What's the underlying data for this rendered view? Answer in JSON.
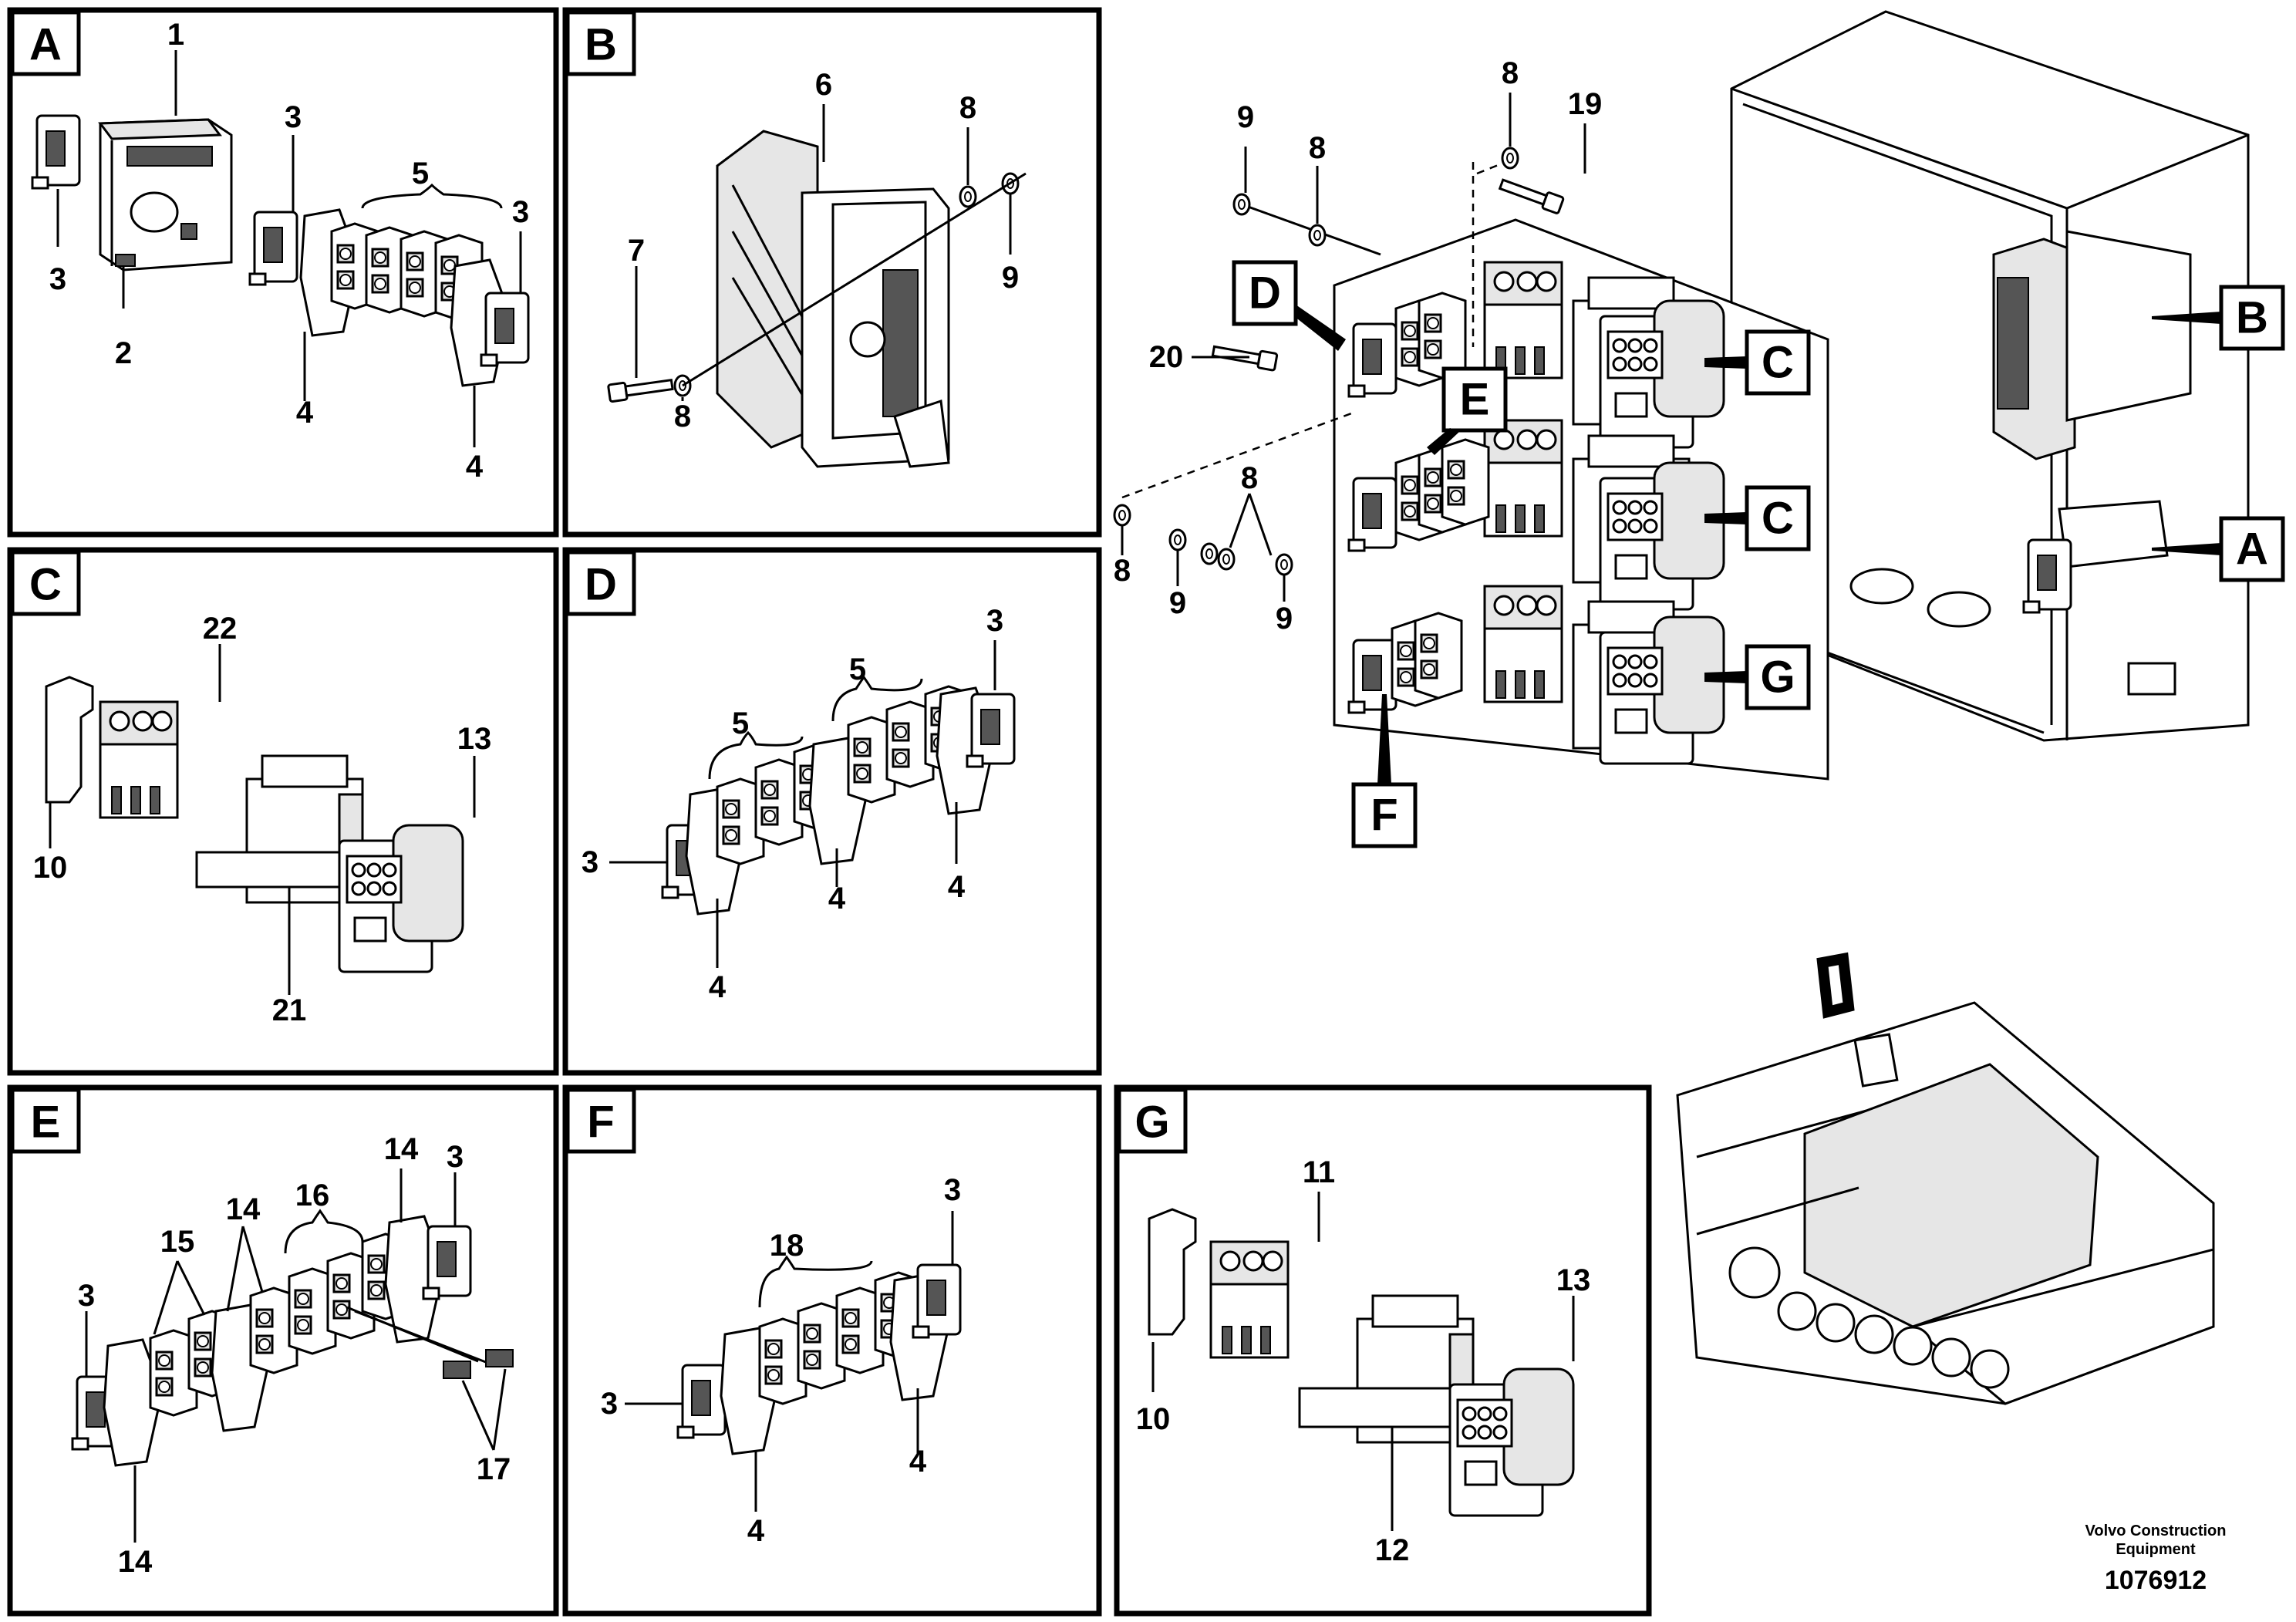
{
  "panels": {
    "A": {
      "tag": "A",
      "callouts": [
        "1",
        "3",
        "2",
        "3",
        "5",
        "3",
        "4",
        "4"
      ]
    },
    "B": {
      "tag": "B",
      "callouts": [
        "6",
        "8",
        "7",
        "9",
        "8"
      ]
    },
    "C": {
      "tag": "C",
      "callouts": [
        "22",
        "13",
        "10",
        "21"
      ]
    },
    "D": {
      "tag": "D",
      "callouts": [
        "5",
        "5",
        "3",
        "3",
        "4",
        "4",
        "4"
      ]
    },
    "E": {
      "tag": "E",
      "callouts": [
        "16",
        "14",
        "3",
        "15",
        "14",
        "3",
        "17",
        "14"
      ]
    },
    "F": {
      "tag": "F",
      "callouts": [
        "18",
        "3",
        "3",
        "4",
        "4"
      ]
    },
    "G": {
      "tag": "G",
      "callouts": [
        "11",
        "13",
        "10",
        "12"
      ]
    }
  },
  "overview": {
    "callouts": [
      "9",
      "8",
      "8",
      "19",
      "20",
      "8",
      "8",
      "9",
      "9"
    ],
    "tags": [
      "D",
      "E",
      "F",
      "C",
      "C",
      "G",
      "B",
      "A"
    ]
  },
  "footer": {
    "brand_line1": "Volvo Construction",
    "brand_line2": "Equipment",
    "doc_number": "1076912"
  }
}
